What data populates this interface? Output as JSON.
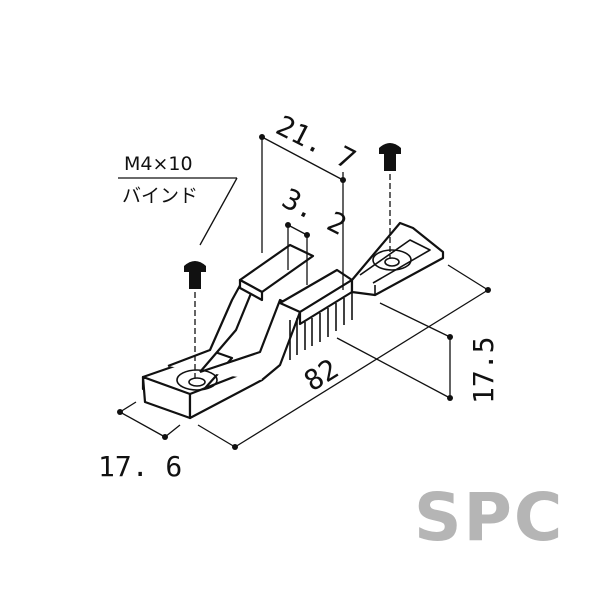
{
  "screw_spec": {
    "size": "M4×10",
    "type": "バインド"
  },
  "dimensions": {
    "top_width": "21. 7",
    "rib_thickness": "3. 2",
    "length": "82",
    "height": "17.5",
    "end_width": "17. 6"
  },
  "logo": "SPC",
  "colors": {
    "line": "#111111",
    "logo": "#b5b5b5"
  }
}
